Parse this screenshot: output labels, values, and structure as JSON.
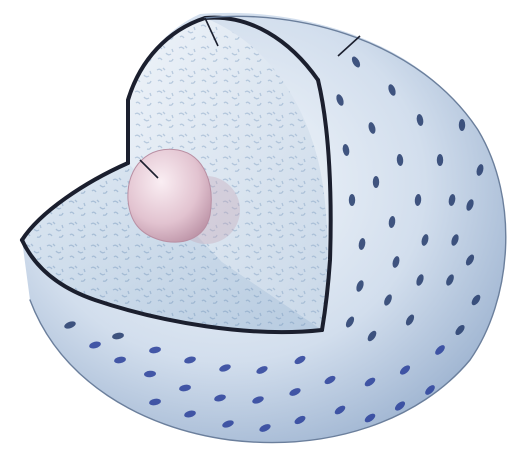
{
  "diagram": {
    "subject": "cell-cutaway",
    "colors": {
      "background": "#ffffff",
      "shell_light": "#e6eef8",
      "shell_mid": "#b9cbe2",
      "shell_dark": "#8ea7c8",
      "cytoplasm": "#d7e3ef",
      "cytoplasm_speckle": "#7d9dbf",
      "nucleus_light": "#f2dde6",
      "nucleus_dark": "#b98fa3",
      "membrane": "#1b1f2e",
      "pore": "#243b6b",
      "pore_blue": "#2a3f9a"
    },
    "parts": [
      "outer-shell",
      "cut-face-vertical",
      "cut-face-horizontal",
      "nucleus",
      "cell-membrane",
      "membrane-pores",
      "pointer-lines"
    ]
  }
}
